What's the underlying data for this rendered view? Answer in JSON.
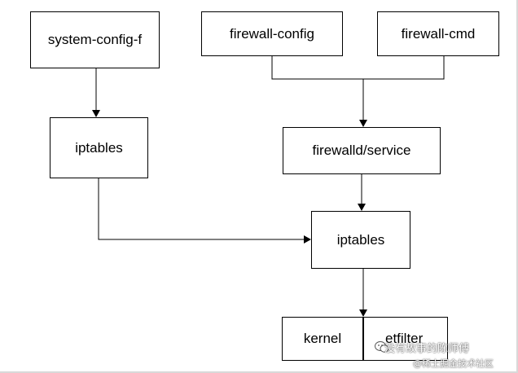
{
  "diagram": {
    "nodes": {
      "system_config": "system-config-f",
      "firewall_config": "firewall-config",
      "firewall_cmd": "firewall-cmd",
      "iptables_left": "iptables",
      "firewalld_service": "firewalld/service",
      "iptables_center": "iptables",
      "kernel": "kernel",
      "netfilter": "etfilter"
    },
    "edges": [
      {
        "from": "system-config-f",
        "to": "iptables"
      },
      {
        "from": "firewall-config",
        "to": "firewalld/service"
      },
      {
        "from": "firewall-cmd",
        "to": "firewalld/service"
      },
      {
        "from": "firewalld/service",
        "to": "iptables"
      },
      {
        "from": "iptables",
        "to": "iptables"
      },
      {
        "from": "iptables",
        "to": "kernel"
      }
    ]
  },
  "watermark": {
    "line1": "没有故事的陈师傅",
    "line2": "@稀土掘金技术社区",
    "icon": "wechat-icon"
  }
}
